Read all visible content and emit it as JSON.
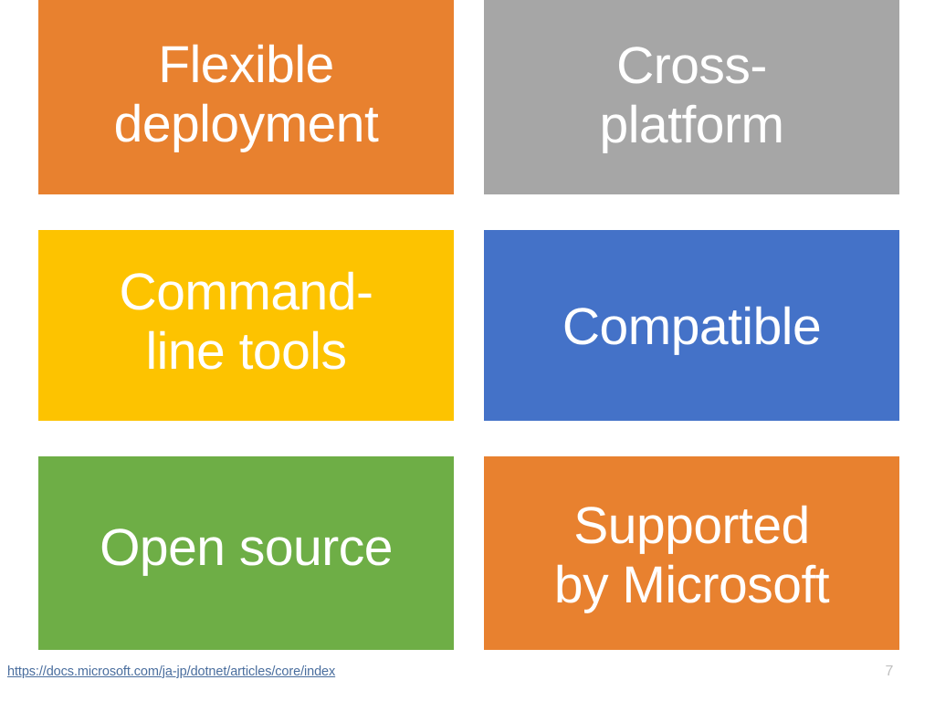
{
  "slide": {
    "background_color": "#FFFFFF",
    "tiles": [
      {
        "name": "flexible-deployment",
        "label": "Flexible\ndeployment",
        "color": "#E8812F",
        "text_color": "#FFFFFF"
      },
      {
        "name": "cross-platform",
        "label": "Cross-\nplatform",
        "color": "#A6A6A6",
        "text_color": "#FFFFFF"
      },
      {
        "name": "command-line-tools",
        "label": "Command-\nline tools",
        "color": "#FDC300",
        "text_color": "#FFFFFF"
      },
      {
        "name": "compatible",
        "label": "Compatible",
        "color": "#4472C8",
        "text_color": "#FFFFFF"
      },
      {
        "name": "open-source",
        "label": "Open source",
        "color": "#6EAE46",
        "text_color": "#FFFFFF"
      },
      {
        "name": "supported-by-microsoft",
        "label": "Supported\nby Microsoft",
        "color": "#E8812F",
        "text_color": "#FFFFFF"
      }
    ]
  },
  "footer": {
    "url": "https://docs.microsoft.com/ja-jp/dotnet/articles/core/index",
    "url_color": "#4A6E9E",
    "page_number": "7",
    "page_number_color": "#BFBFBF"
  }
}
